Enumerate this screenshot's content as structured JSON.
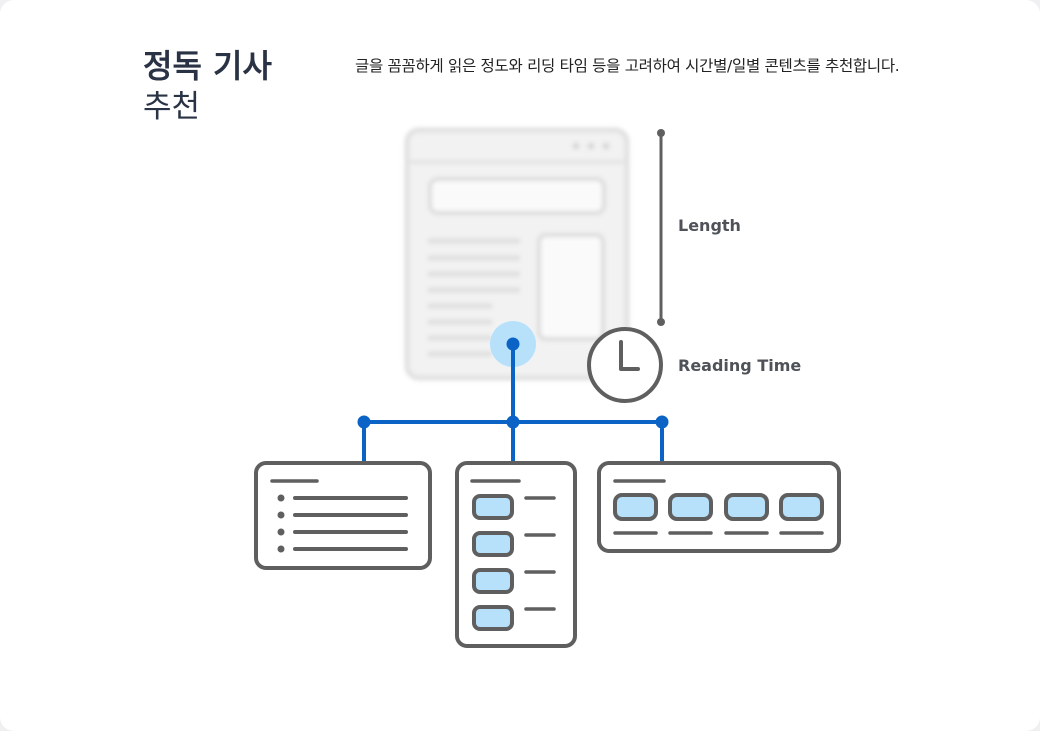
{
  "header": {
    "title_line1": "정독 기사",
    "title_line2": "추천",
    "description": "글을 꼼꼼하게 읽은 정도와 리딩 타임 등을 고려하여 시간별/일별 콘텐츠를 추천합니다."
  },
  "diagram": {
    "length_label": "Length",
    "reading_time_label": "Reading Time"
  },
  "colors": {
    "accent_blue": "#0c63c6",
    "highlight_blue": "#b7e1fb",
    "stroke_gray": "#5f5f5f",
    "blurred_gray": "#e6e6e6"
  },
  "icons": [
    "article-page-icon",
    "clock-icon",
    "list-layout-icon",
    "vertical-list-layout-icon",
    "grid-layout-icon"
  ]
}
